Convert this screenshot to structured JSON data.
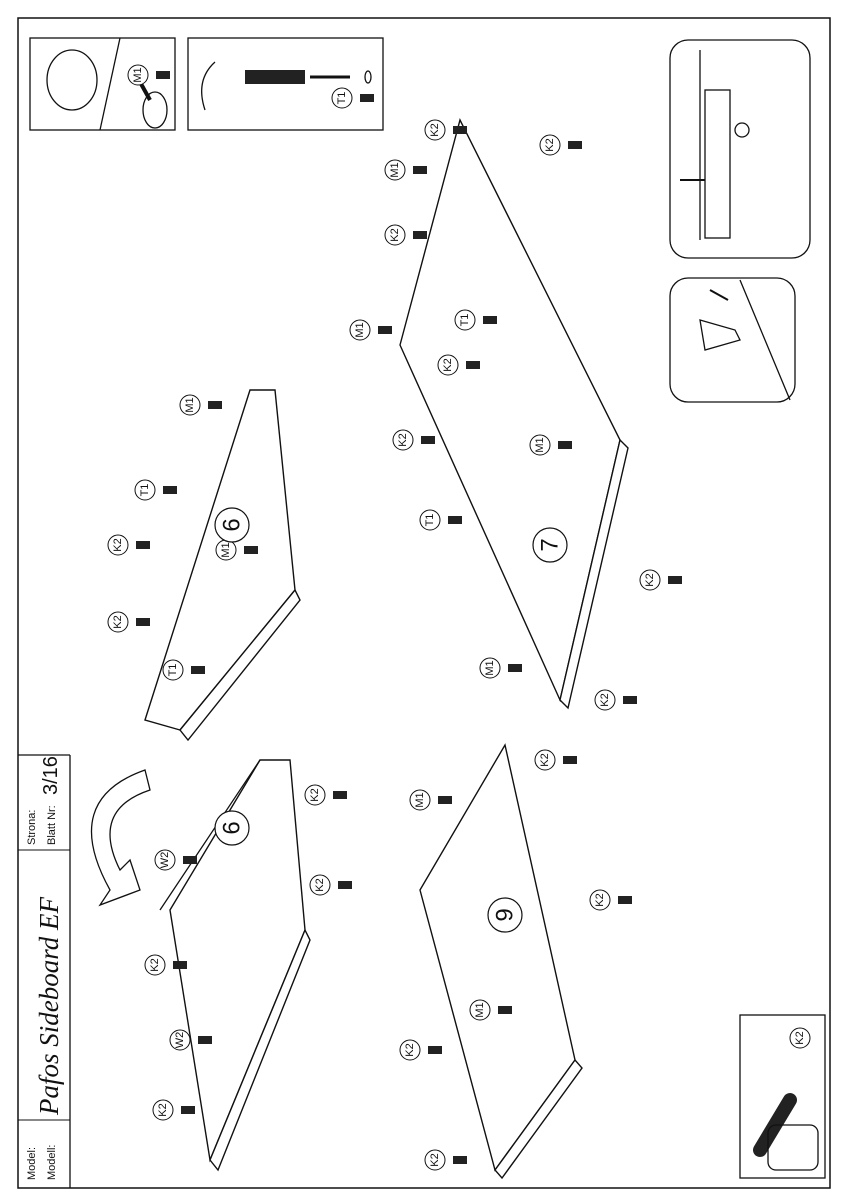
{
  "title_block": {
    "model_label": "Model:",
    "modell_label": "Modell:",
    "model_name": "Pafos Sideboard EF",
    "strona_label": "Strona:",
    "blatt_label": "Blatt Nr:",
    "page": "3/16"
  },
  "panel_numbers": [
    "6",
    "6",
    "9",
    "7"
  ],
  "part_labels": [
    "M1",
    "T1",
    "M1",
    "T1",
    "K2",
    "K2",
    "T1",
    "M1",
    "K2",
    "M1",
    "K2",
    "M1",
    "T1",
    "K2",
    "K2",
    "M1",
    "T1",
    "K2",
    "M1",
    "K2",
    "K2",
    "W2",
    "K2",
    "K2",
    "K2",
    "W2",
    "K2",
    "K2",
    "M1",
    "K2",
    "K2",
    "M1",
    "K2",
    "K2"
  ]
}
